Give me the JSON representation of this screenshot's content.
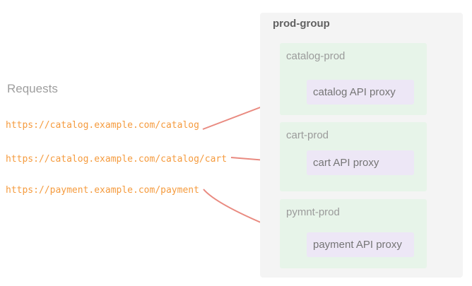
{
  "diagram": {
    "requests": {
      "heading": "Requests",
      "urls": [
        "https://catalog.example.com/catalog",
        "https://catalog.example.com/catalog/cart",
        "https://payment.example.com/payment"
      ]
    },
    "prod_group": {
      "title": "prod-group",
      "environments": [
        {
          "name": "catalog-prod",
          "proxy": "catalog API proxy"
        },
        {
          "name": "cart-prod",
          "proxy": "cart API proxy"
        },
        {
          "name": "pymnt-prod",
          "proxy": "payment API proxy"
        }
      ]
    },
    "routing": [
      {
        "from": "https://catalog.example.com/catalog",
        "to": "catalog API proxy"
      },
      {
        "from": "https://catalog.example.com/catalog/cart",
        "to": "cart API proxy"
      },
      {
        "from": "https://payment.example.com/payment",
        "to": "payment API proxy"
      }
    ],
    "colors": {
      "url_text": "#f59b3e",
      "arrow": "#e98a80",
      "group_bg": "#f4f4f4",
      "env_bg": "#e7f4e9",
      "proxy_bg": "#ede7f6",
      "heading_text": "#9e9e9e",
      "group_title_text": "#616161",
      "env_label_text": "#9b9b9b",
      "proxy_label_text": "#757575"
    }
  }
}
